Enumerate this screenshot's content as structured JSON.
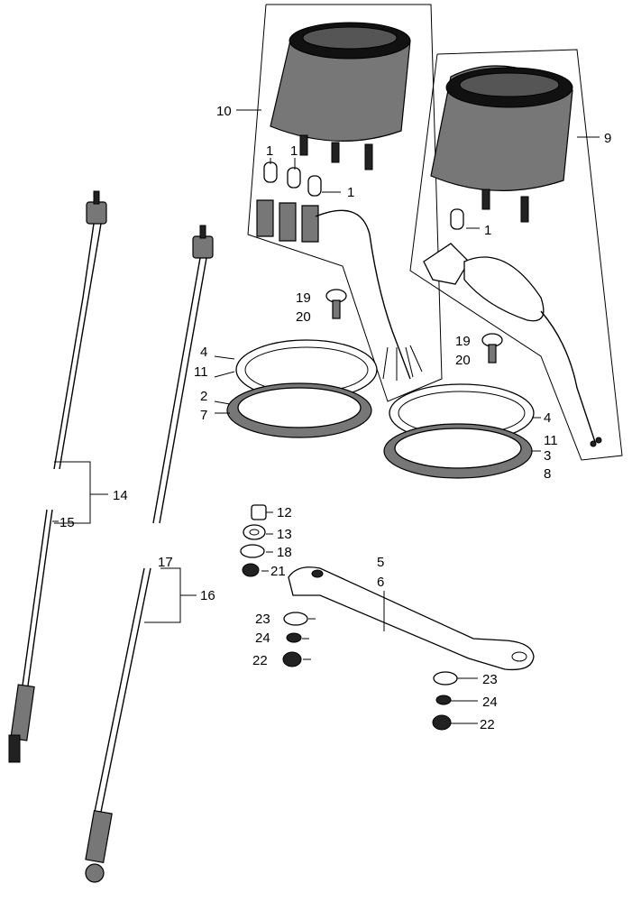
{
  "callouts": {
    "c10": "10",
    "c9": "9",
    "c1a": "1",
    "c1b": "1",
    "c1c": "1",
    "c1d": "1",
    "c19a": "19",
    "c20a": "20",
    "c19b": "19",
    "c20b": "20",
    "c4a": "4",
    "c11a": "11",
    "c2": "2",
    "c7": "7",
    "c4b": "4",
    "c11b": "11",
    "c3": "3",
    "c8": "8",
    "c14": "14",
    "c15": "15",
    "c17": "17",
    "c16": "16",
    "c12": "12",
    "c13": "13",
    "c18": "18",
    "c21": "21",
    "c5": "5",
    "c6": "6",
    "c23a": "23",
    "c24a": "24",
    "c22a": "22",
    "c23b": "23",
    "c24b": "24",
    "c22b": "22"
  }
}
